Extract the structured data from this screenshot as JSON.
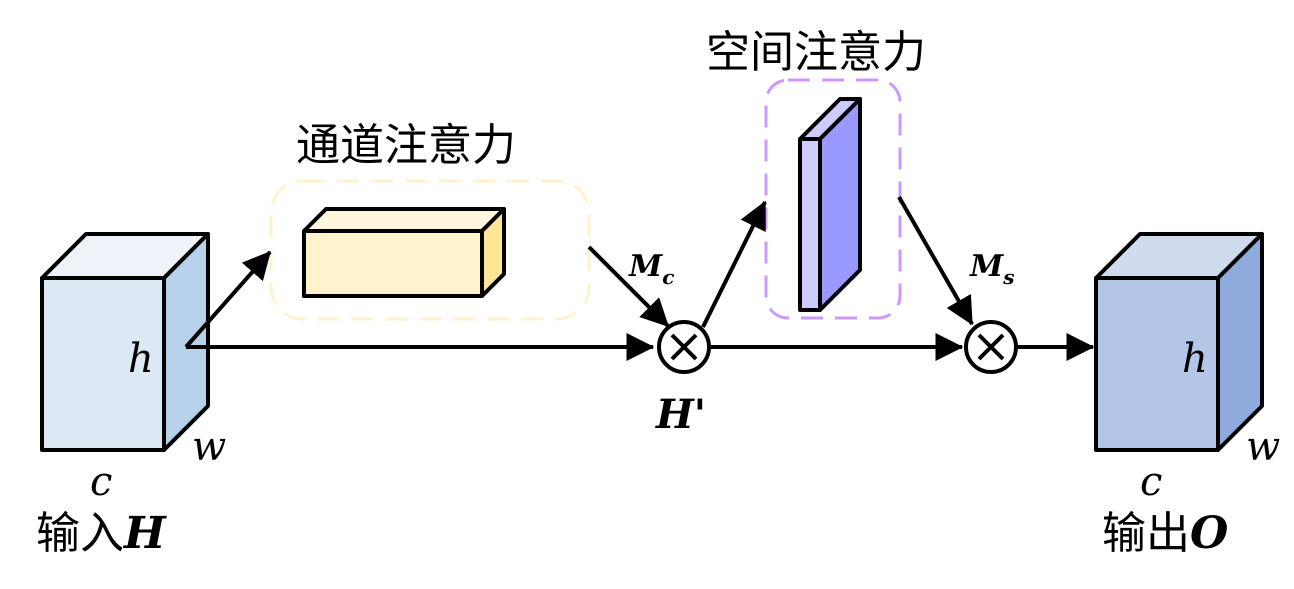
{
  "labels": {
    "channel_attention": "通道注意力",
    "spatial_attention": "空间注意力",
    "input_prefix": "输入",
    "input_var": "H",
    "output_prefix": "输出",
    "output_var": "O",
    "mc": "M",
    "mc_sub": "c",
    "ms": "M",
    "ms_sub": "s",
    "h_prime": "H'",
    "in_h": "h",
    "in_w": "w",
    "in_c": "c",
    "out_h": "h",
    "out_w": "w",
    "out_c": "c",
    "multiply_symbol": "⊗"
  },
  "colors": {
    "input_front": "#dde8f5",
    "input_top": "#eef3fa",
    "input_side": "#b6d1ea",
    "channel_front": "#fff2cc",
    "channel_top": "#fff6de",
    "channel_side": "#ffe699",
    "channel_box_border": "#fff2cc",
    "spatial_front": "#9999ff",
    "spatial_top": "#ccccff",
    "spatial_side": "#ccccff",
    "spatial_box_border": "#cc99ff",
    "output_front": "#b4c6e7",
    "output_top": "#d0dbee",
    "output_side": "#8faadc"
  }
}
